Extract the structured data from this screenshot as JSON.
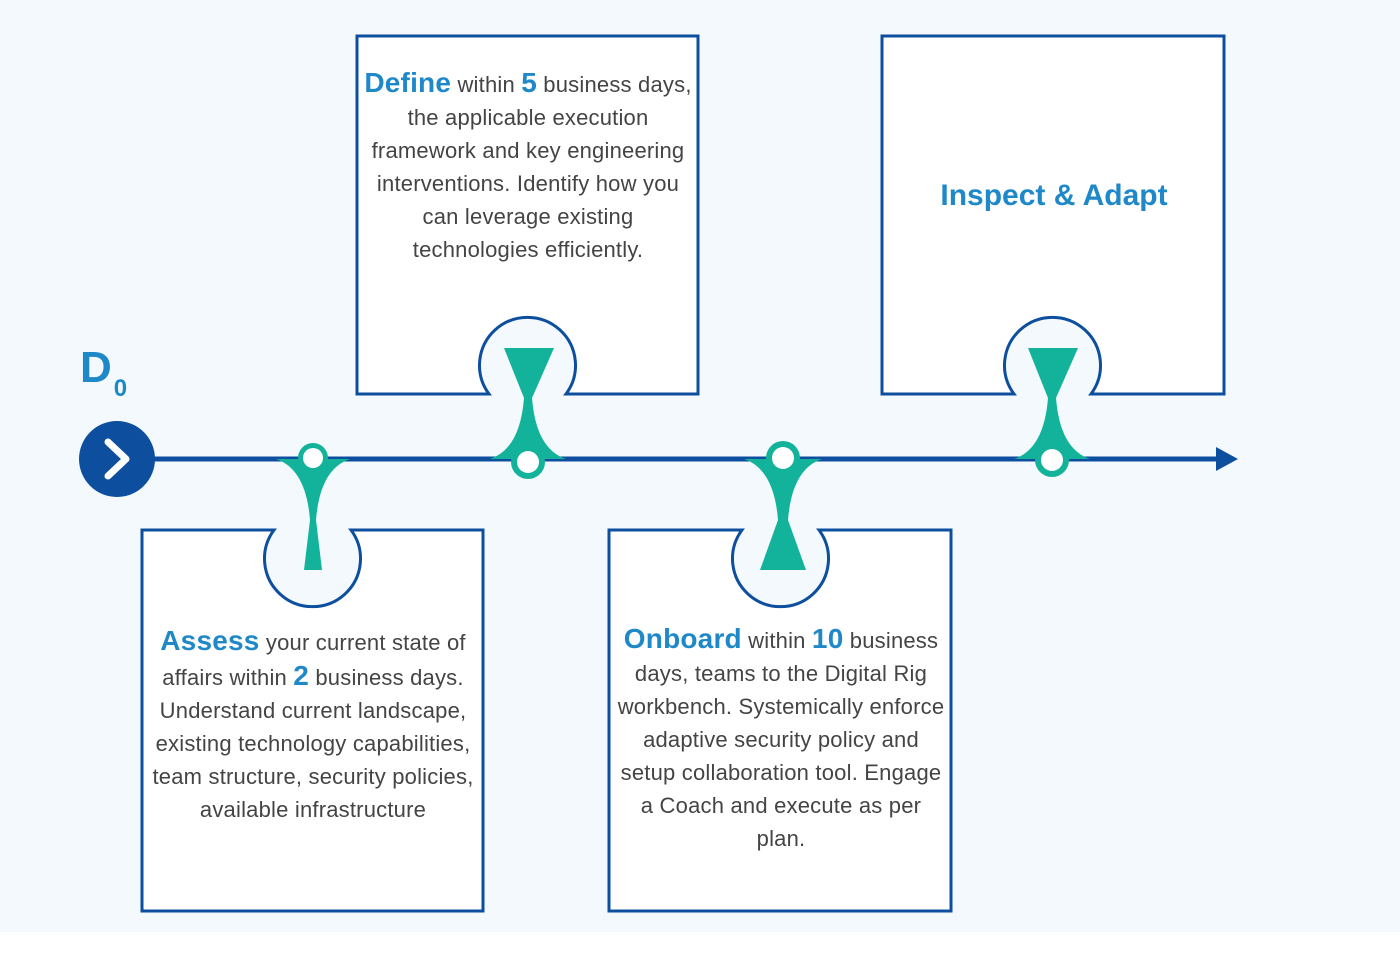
{
  "start_marker": {
    "letter": "D",
    "subscript": "0",
    "icon": "chevron-right-icon"
  },
  "colors": {
    "accent_blue": "#1e88c8",
    "line_navy": "#0d4f9e",
    "connector_teal": "#12b39a",
    "body_text": "#444444",
    "background": "#f4f9fd"
  },
  "steps": {
    "assess": {
      "highlight": "Assess",
      "t1": " your current state of affairs within ",
      "num": "2",
      "t2": " business days. Understand current landscape, existing technology capabilities, team structure, security policies, available infrastructure"
    },
    "define": {
      "highlight": "Define",
      "t1": " within ",
      "num": "5",
      "t2": " business days, the applicable execution framework and key engineering interventions. Identify how you can leverage existing technologies efficiently."
    },
    "onboard": {
      "highlight": "Onboard",
      "t1": " within ",
      "num": "10",
      "t2": " business days, teams to the Digital Rig workbench. Systemically enforce adaptive security policy and setup collaboration tool. Engage a Coach and execute as per plan."
    },
    "inspect": {
      "title": "Inspect & Adapt"
    }
  }
}
